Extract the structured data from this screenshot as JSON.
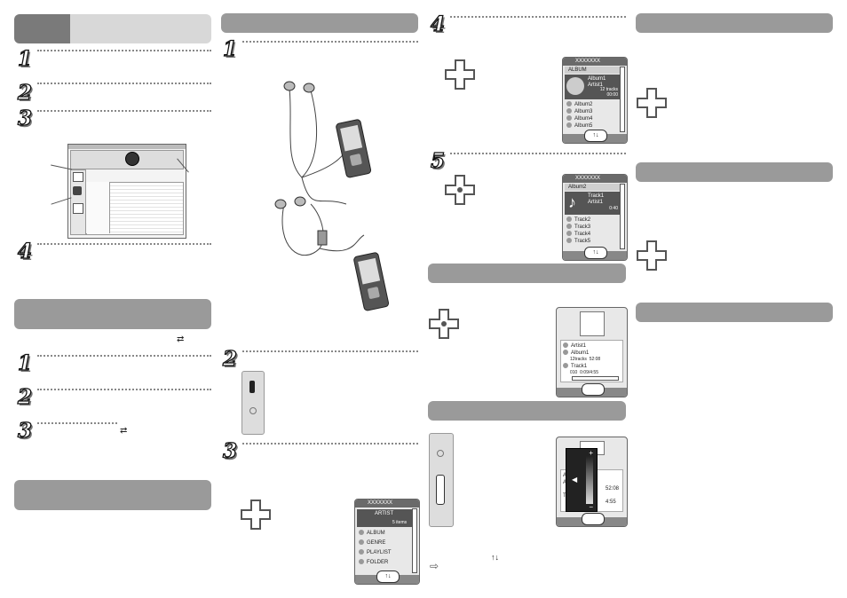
{
  "page": {
    "icon_color": "#9a9a9a",
    "bar_color": "#9a9a9a",
    "dark_tab_color": "#7a7a7a"
  },
  "steps": {
    "col1_a": [
      "1",
      "2",
      "3",
      "4"
    ],
    "col1_b": [
      "1",
      "2",
      "3"
    ],
    "col2": [
      "1",
      "2",
      "3"
    ],
    "col3": [
      "4",
      "5"
    ]
  },
  "screen_top": {
    "header": "XXXXXXX",
    "items": [
      {
        "label": "ARTIST",
        "sub": "5 items"
      },
      {
        "label": "ALBUM"
      },
      {
        "label": "GENRE"
      },
      {
        "label": "PLAYLIST"
      },
      {
        "label": "FOLDER"
      }
    ]
  },
  "screen_album": {
    "header": "XXXXXXX",
    "sub": "ALBUM",
    "hl_title": "Album1",
    "hl_artist": "Artist1",
    "hl_count": "12 tracks",
    "hl_time": "00:00",
    "items": [
      "Album2",
      "Album3",
      "Album4",
      "Album5"
    ]
  },
  "screen_track": {
    "header": "XXXXXXX",
    "sub": "Album2",
    "hl_title": "Track1",
    "hl_artist": "Artist1",
    "hl_time": "0:40",
    "items": [
      "Track2",
      "Track3",
      "Track4",
      "Track5"
    ]
  },
  "screen_play": {
    "artist": "Artist1",
    "album": "Album1",
    "tracks": "12tracks",
    "total": "52:08",
    "track": "Track1",
    "num": "010",
    "elapsed": "0:09/4:55"
  },
  "screen_vol": {
    "frag_a": "Ar",
    "frag_b": "Al",
    "frag_c": "Tr",
    "total": "52:08",
    "time": "4:55",
    "plus": "+",
    "minus": "−"
  },
  "glyphs": {
    "updown": "↑↓",
    "arrow": "⇨",
    "sync": "⇄"
  }
}
